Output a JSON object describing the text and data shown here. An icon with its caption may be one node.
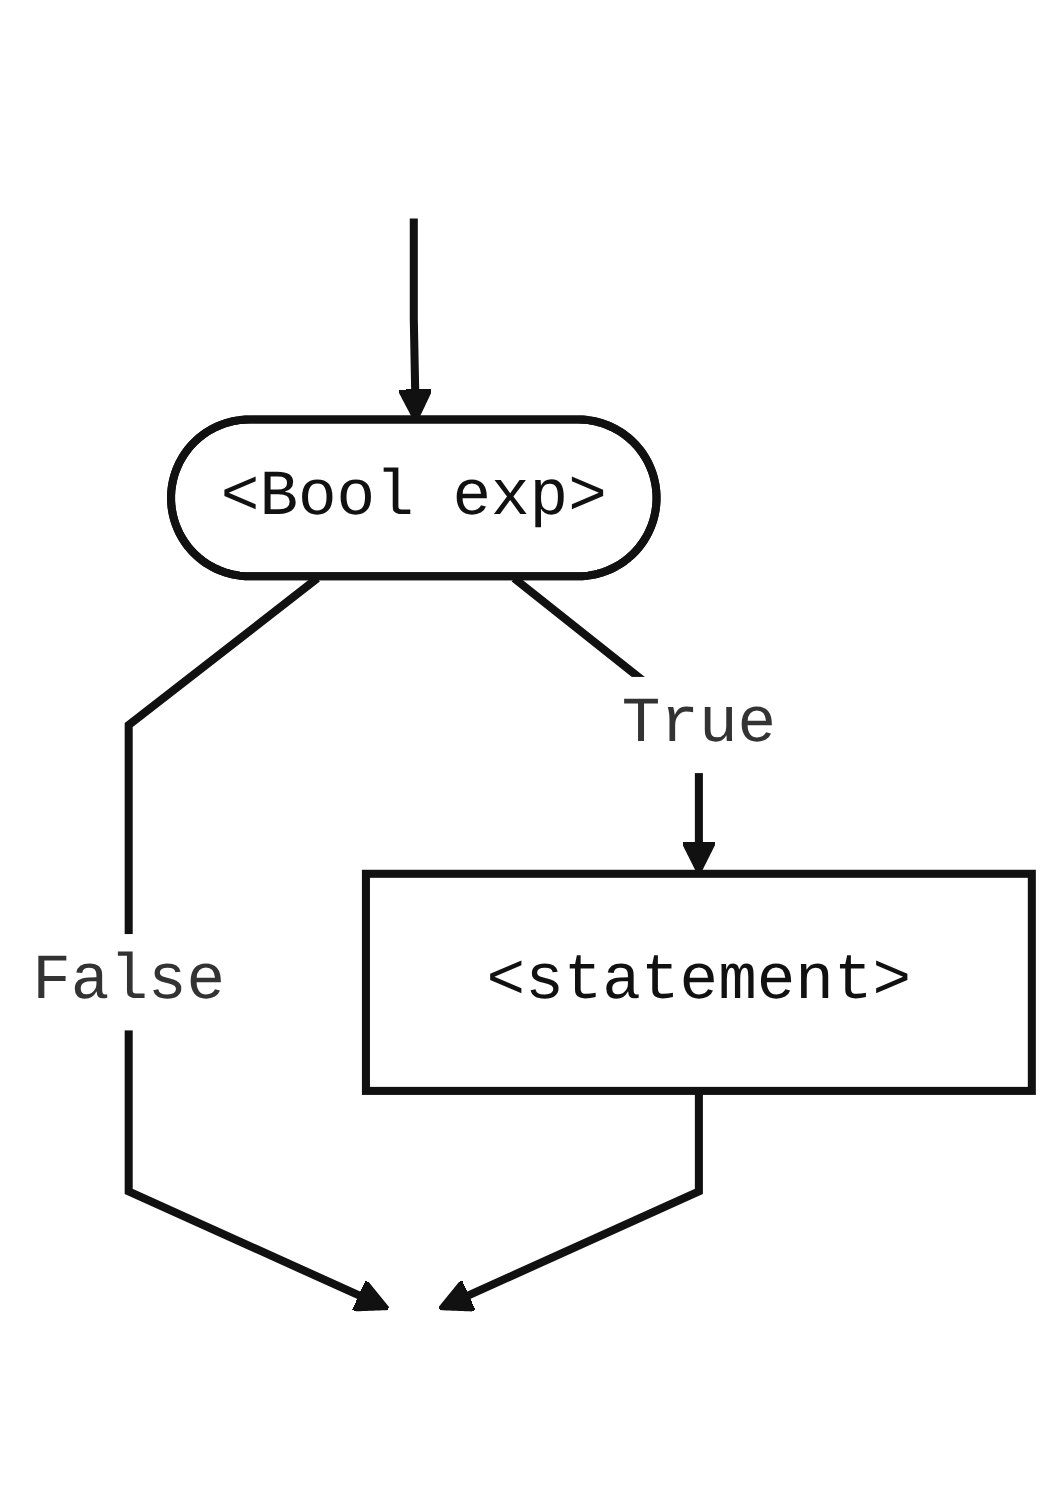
{
  "diagram": {
    "nodes": [
      {
        "text": [
          "<Bool exp>"
        ]
      },
      {
        "text": [
          "<statement>"
        ]
      }
    ],
    "edges": [
      {
        "from": null,
        "to": 0,
        "arrow": "to"
      },
      {
        "from": 0,
        "to": 1,
        "label": "True",
        "arrow": "to"
      },
      {
        "from": 0,
        "to": null,
        "label": "False",
        "arrow": "to"
      },
      {
        "from": 1,
        "to": null,
        "arrow": "to"
      }
    ]
  }
}
